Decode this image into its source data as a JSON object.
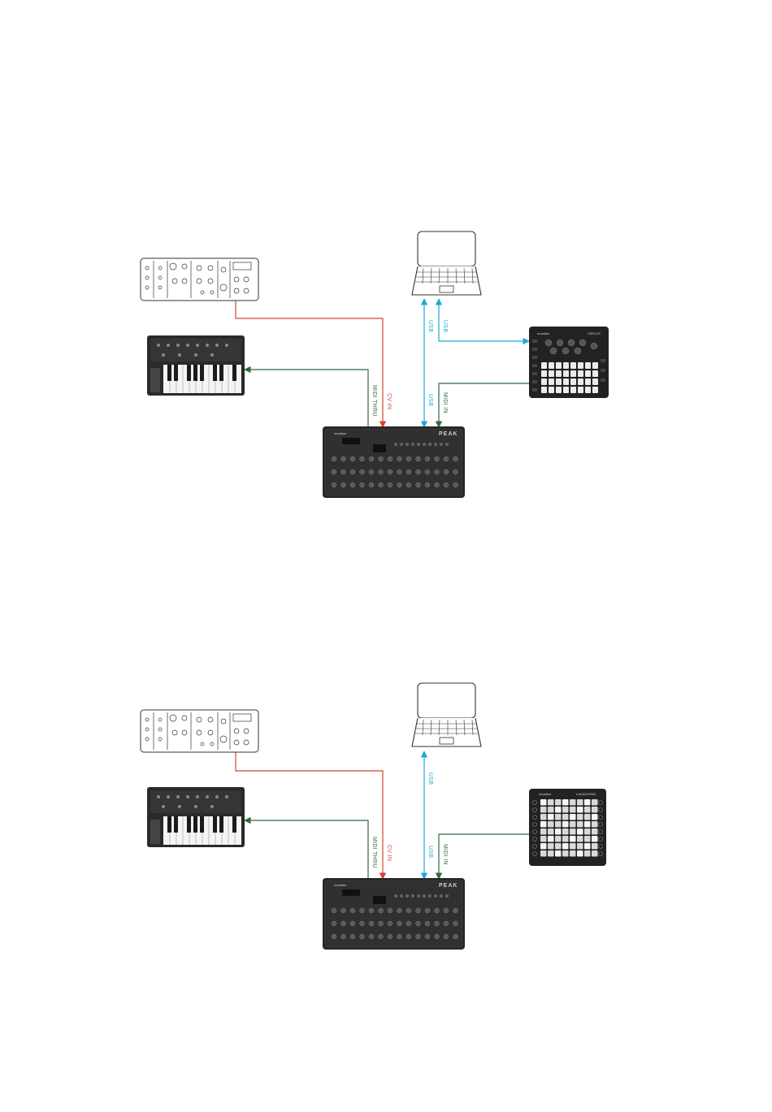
{
  "colors": {
    "cv": "#d2452d",
    "usb": "#1fa7d8",
    "midi": "#2e6b3c",
    "device_dark": "#2a2a2a",
    "outline": "#333333"
  },
  "diagrams": [
    {
      "labels": {
        "midi_thru": "MIDI THRU",
        "cv_in": "CV IN",
        "usb_main": "USB",
        "midi_in": "MIDI IN",
        "usb_laptop_a": "USB",
        "usb_laptop_b": "USB"
      },
      "controller": {
        "brand": "novation",
        "model": "CIRCUIT"
      },
      "synth": {
        "brand": "novation",
        "model": "PEAK"
      }
    },
    {
      "labels": {
        "midi_thru": "MIDI THRU",
        "cv_in": "CV IN",
        "usb_main": "USB",
        "midi_in": "MIDI IN",
        "usb_laptop": "USB"
      },
      "controller": {
        "brand": "novation",
        "model": "LAUNCHPAD"
      },
      "synth": {
        "brand": "novation",
        "model": "PEAK"
      }
    }
  ],
  "icons": {
    "modular": "modular-synth-icon",
    "keyboard": "keyboard-synth-icon",
    "laptop": "laptop-icon",
    "circuit": "groovebox-icon",
    "launchpad": "pad-grid-icon",
    "peak": "desktop-synth-icon"
  }
}
